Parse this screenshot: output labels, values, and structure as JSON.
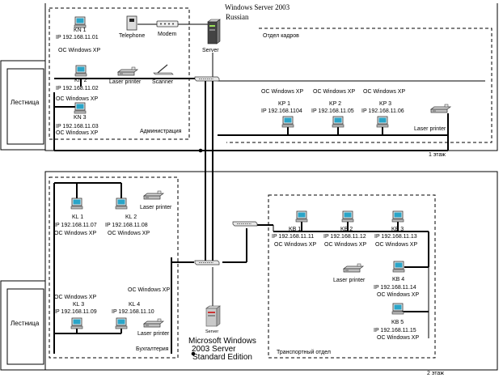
{
  "header": {
    "title": "Windows Server  2003",
    "subtitle": "Russian"
  },
  "floors": {
    "floor1": "1 этаж",
    "floor2": "2 этаж"
  },
  "stairs": {
    "label": "Лестница"
  },
  "floor1": {
    "admin_room": "Администрация",
    "hr_room": "Отдел кадров",
    "devices": {
      "kn1_name": "KN 1",
      "kn1_ip": "IP 192.168.11.01",
      "kn1_os": "ОС Windows XP",
      "telephone": "Telephone",
      "modem": "Modem",
      "server": "Server",
      "kn2_name": "KN 2",
      "kn2_ip": "IP 192.168.11.02",
      "kn2_os": "ОС Windows XP",
      "laser_printer": "Laser printer",
      "scanner": "Scanner",
      "kn3_name": "KN 3",
      "kn3_ip": "IP 192.168.11.03",
      "kn3_os": "ОС Windows XP",
      "kp1_os": "ОС Windows XP",
      "kp1_name": "KP 1",
      "kp1_ip": "IP 192.168.1104",
      "kp2_os": "ОС Windows XP",
      "kp2_name": "KP 2",
      "kp2_ip": "IP 192.168.11.05",
      "kp3_os": "ОС Windows XP",
      "kp3_name": "KP 3",
      "kp3_ip": "IP 192.168.11.06",
      "hr_printer": "Laser printer"
    }
  },
  "floor2": {
    "accounting_room": "Бухгалтерия",
    "transport_room": "Транспортный отдел",
    "devices": {
      "kl1_name": "KL 1",
      "kl1_ip": "IP 192.168.11.07",
      "kl1_os": "ОС Windows XP",
      "kl2_name": "KL 2",
      "kl2_ip": "IP 192.168.11.08",
      "kl2_os": "ОС Windows XP",
      "acc_printer_top": "Laser printer",
      "kl3_os": "ОС Windows XP",
      "kl3_name": "KL 3",
      "kl3_ip": "IP 192.168.11.09",
      "kl4_os": "ОС Windows XP",
      "kl4_name": "KL 4",
      "kl4_ip": "IP 192.168.11.10",
      "acc_printer_bottom": "Laser printer",
      "server2_label": "Server",
      "server2_line1": "Microsoft Windows",
      "server2_line2": "2003 Server",
      "server2_line3": "Standard Edition",
      "kb1_name": "KB 1",
      "kb1_ip": "IP 192.168.11.11",
      "kb1_os": "ОС Windows XP",
      "kb2_name": "KB 2",
      "kb2_ip": "IP 192.168.11.12",
      "kb2_os": "ОС Windows XP",
      "kb3_name": "KB 3",
      "kb3_ip": "IP 192.168.11.13",
      "kb3_os": "ОС Windows XP",
      "transport_printer": "Laser printer",
      "kb4_name": "KB 4",
      "kb4_ip": "IP 192.168.11.14",
      "kb4_os": "ОС Windows XP",
      "kb5_name": "KB 5",
      "kb5_ip": "IP 192.168.11.15",
      "kb5_os": "ОС Windows XP"
    }
  }
}
